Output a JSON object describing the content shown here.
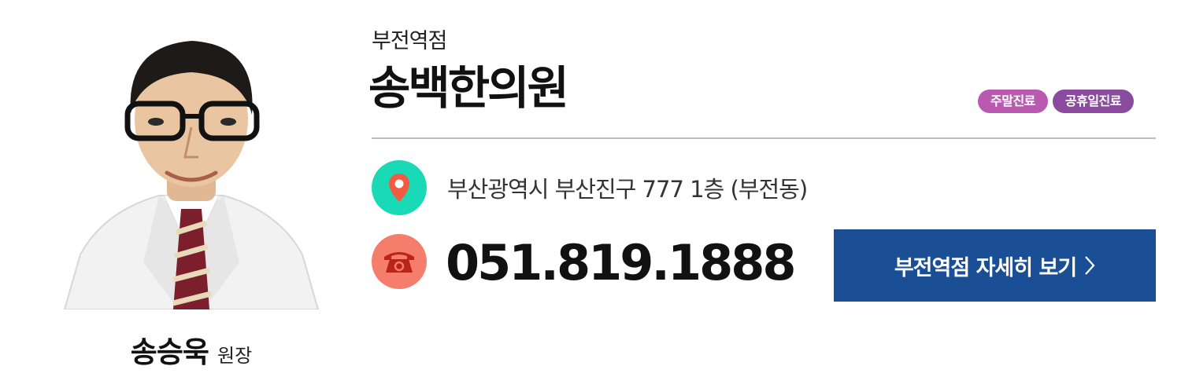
{
  "doctor": {
    "name": "송승욱",
    "title": "원장",
    "photo_icon": "doctor-portrait"
  },
  "clinic": {
    "branch": "부전역점",
    "name": "송백한의원",
    "tags": [
      {
        "label": "주말진료",
        "color": "#b95ab0"
      },
      {
        "label": "공휴일진료",
        "color": "#8a4b9f"
      }
    ]
  },
  "contact": {
    "address_icon": "location-pin-icon",
    "address": "부산광역시 부산진구 777 1층 (부전동)",
    "phone_icon": "telephone-icon",
    "phone": "051.819.1888"
  },
  "action": {
    "detail_label": "부전역점 자세히 보기",
    "chevron_icon": "chevron-right-icon",
    "color": "#1a4f96"
  },
  "colors": {
    "location_circle": "#19d9b6",
    "phone_circle": "#f47d6b",
    "divider": "#bdbdbd"
  }
}
